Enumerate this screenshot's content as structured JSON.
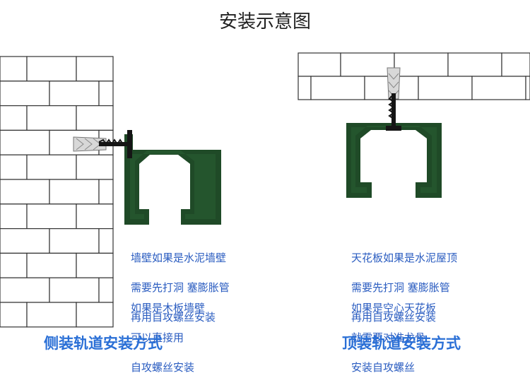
{
  "title": "安装示意图",
  "side_mount": {
    "note_concrete": [
      "墙壁如果是水泥墙壁",
      "需要先打洞 塞膨胀管",
      "再用自攻螺丝安装"
    ],
    "note_wood": [
      "如果是木板墙壁",
      "可以直接用",
      "自攻螺丝安装"
    ],
    "caption": "侧装轨道安装方式"
  },
  "top_mount": {
    "note_concrete": [
      "天花板如果是水泥屋顶",
      "需要先打洞 塞膨胀管",
      "再用自攻螺丝安装"
    ],
    "note_hollow": [
      "如果是空心天花板",
      "就需要对准龙骨",
      "安装自攻螺丝"
    ],
    "caption": "顶装轨道安装方式"
  },
  "colors": {
    "rail": "#1f4a27",
    "rail_inner": "#ffffff",
    "text_note": "#2a5cc0",
    "text_caption": "#2a6fd6",
    "brick_line": "#333333"
  },
  "icons": [
    "brick-wall",
    "ceiling-bricks",
    "expansion-anchor",
    "screw",
    "rail-profile"
  ]
}
